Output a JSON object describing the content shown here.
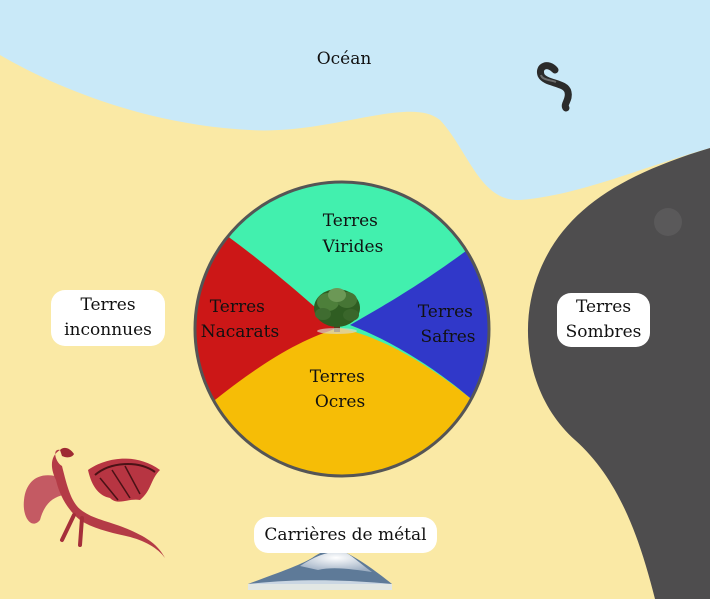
{
  "colors": {
    "sand": "#fae9a5",
    "ocean": "#c9e9f8",
    "dark_lands": "#4e4d4e",
    "terres_virides": "#42f0ae",
    "terres_safres": "#3038c9",
    "terres_nacarats": "#cc1717",
    "terres_ocres": "#f6bd06",
    "circle_border": "#555555"
  },
  "icons": {
    "tree": "tree-icon",
    "sea_serpent": "sea-serpent-icon",
    "dragon": "dragon-icon",
    "mountain": "mountain-icon"
  },
  "map": {
    "ocean": "Océan",
    "terres_inconnues": [
      "Terres",
      "inconnues"
    ],
    "terres_sombres": [
      "Terres",
      "Sombres"
    ],
    "carrieres": "Carrières de métal",
    "circle": {
      "virides": [
        "Terres",
        "Virides"
      ],
      "nacarats": [
        "Terres",
        "Nacarats"
      ],
      "safres": [
        "Terres",
        "Safres"
      ],
      "ocres": [
        "Terres",
        "Ocres"
      ]
    }
  }
}
